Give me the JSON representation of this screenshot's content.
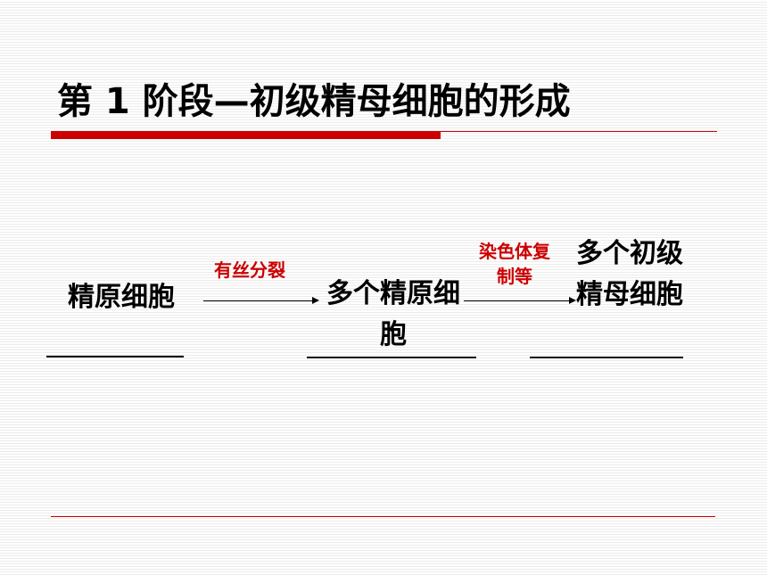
{
  "slide": {
    "title": "第 1 阶段—初级精母细胞的形成",
    "accent_color": "#cc0000",
    "flow": {
      "node1": "精原细胞",
      "arrow1_label": "有丝分裂",
      "node2": "多个精原细胞",
      "arrow2_label": "染色体复制等",
      "node3": "多个初级精母细胞"
    }
  }
}
